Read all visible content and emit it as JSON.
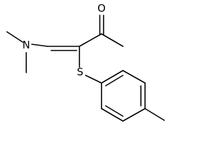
{
  "molecule": {
    "atoms": {
      "oxygen": "O",
      "nitrogen": "N",
      "sulfur": "S"
    },
    "colors": {
      "bond": "#000000",
      "label": "#000000",
      "background": "#ffffff"
    }
  }
}
